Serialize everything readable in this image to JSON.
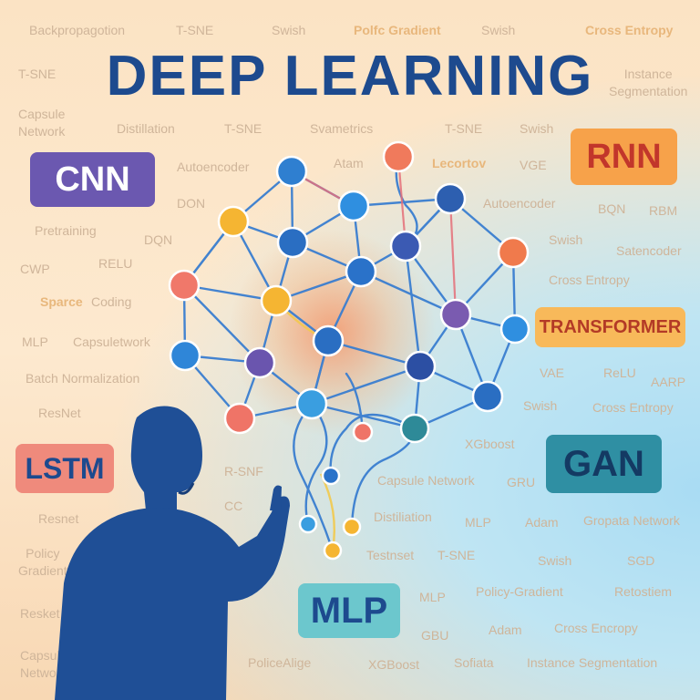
{
  "title": "DEEP LEARNING",
  "badges": {
    "cnn": "CNN",
    "rnn": "RNN",
    "transformer": "TRANSFORMER",
    "lstm": "LSTM",
    "gan": "GAN",
    "mlp": "MLP"
  },
  "terms": [
    "Backpropagotion",
    "T-SNE",
    "Swish",
    "Polfc Gradient",
    "Swish",
    "Cross Entropy",
    "T-SNE",
    "Instance\nSegmentation",
    "Capsule\nNetwork",
    "Distillation",
    "T-SNE",
    "Svametrics",
    "T-SNE",
    "Swish",
    "Autoencoder",
    "Atam",
    "Lecortov",
    "VGE",
    "DON",
    "Autoencoder",
    "BQN",
    "RBM",
    "Pretraining",
    "DQN",
    "Swish",
    "Satencoder",
    "CWP",
    "RELU",
    "Cross Entropy",
    "Sparce",
    "Coding",
    "MLP",
    "Capsuletwork",
    "Batch Normalization",
    "VAE",
    "ReLU",
    "AARP",
    "ResNet",
    "Swish",
    "Cross Entropy",
    "XGboost",
    "R-SNF",
    "Capsule Network",
    "GRU",
    "CC",
    "Resnet",
    "Distiliation",
    "MLP",
    "Adam",
    "Gropata Network",
    "Policy\nGradient",
    "Testnset",
    "T-SNE",
    "Swish",
    "SGD",
    "MLP",
    "Policy-Gradient",
    "Retostiem",
    "Resket",
    "GBU",
    "Adam",
    "Cross Encropy",
    "Capsule\nNetwork",
    "PoliceAlige",
    "XGBoost",
    "Sofiata",
    "Instance Segmentation"
  ],
  "colors": {
    "title": "#1d4a8e",
    "cnn_bg": "#6b58b0",
    "rnn_bg": "#f7a24a",
    "rnn_text": "#c2362b",
    "transformer_bg": "#f8b95a",
    "transformer_text": "#b33a26",
    "lstm_bg": "#ef8a7c",
    "gan_bg": "#2f8fa3",
    "mlp_bg": "#6cc7cd",
    "network_line": "#3a7ed0",
    "person": "#1f4f96"
  },
  "icons": [
    "neural-network-brain",
    "person-pointing"
  ]
}
